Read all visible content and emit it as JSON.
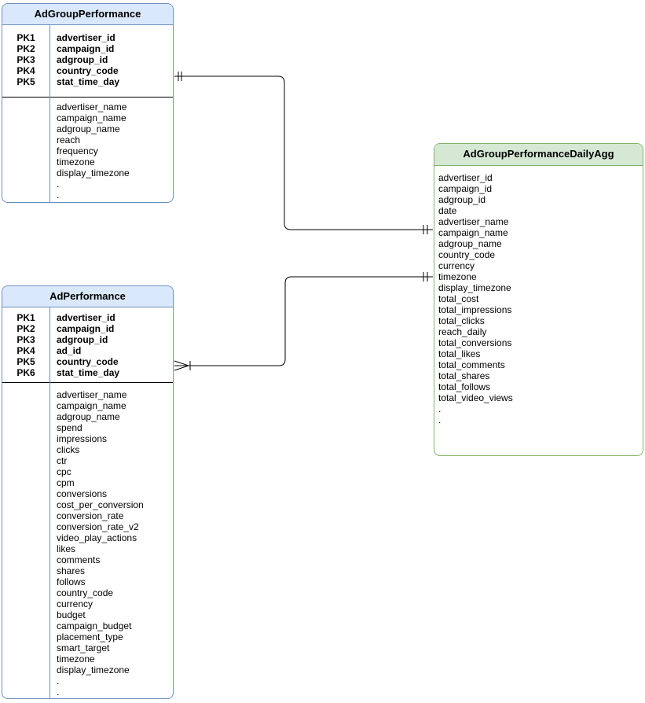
{
  "diagram": {
    "type": "entity-relationship",
    "tables": {
      "adgroup_performance": {
        "title": "AdGroupPerformance",
        "border_color": "#6c8ebf",
        "header_fill": "#dae8fc",
        "primary_keys": [
          {
            "key": "PK1",
            "name": "advertiser_id"
          },
          {
            "key": "PK2",
            "name": "campaign_id"
          },
          {
            "key": "PK3",
            "name": "adgroup_id"
          },
          {
            "key": "PK4",
            "name": "country_code"
          },
          {
            "key": "PK5",
            "name": "stat_time_day"
          }
        ],
        "fields": [
          "advertiser_name",
          "campaign_name",
          "adgroup_name",
          "reach",
          "frequency",
          "timezone",
          "display_timezone",
          ".",
          "."
        ]
      },
      "ad_performance": {
        "title": "AdPerformance",
        "border_color": "#6c8ebf",
        "header_fill": "#dae8fc",
        "primary_keys": [
          {
            "key": "PK1",
            "name": "advertiser_id"
          },
          {
            "key": "PK2",
            "name": "campaign_id"
          },
          {
            "key": "PK3",
            "name": "adgroup_id"
          },
          {
            "key": "PK4",
            "name": "ad_id"
          },
          {
            "key": "PK5",
            "name": "country_code"
          },
          {
            "key": "PK6",
            "name": "stat_time_day"
          }
        ],
        "fields": [
          "advertiser_name",
          "campaign_name",
          "adgroup_name",
          "spend",
          "impressions",
          "clicks",
          "ctr",
          "cpc",
          "cpm",
          "conversions",
          "cost_per_conversion",
          "conversion_rate",
          "conversion_rate_v2",
          "video_play_actions",
          "likes",
          "comments",
          "shares",
          "follows",
          "country_code",
          "currency",
          "budget",
          "campaign_budget",
          "placement_type",
          "smart_target",
          "timezone",
          "display_timezone",
          ".",
          "."
        ]
      },
      "adgroup_performance_daily_agg": {
        "title": "AdGroupPerformanceDailyAgg",
        "border_color": "#82b366",
        "header_fill": "#d5e8d4",
        "fields": [
          "advertiser_id",
          "campaign_id",
          "adgroup_id",
          "date",
          "advertiser_name",
          "campaign_name",
          "adgroup_name",
          "country_code",
          "currency",
          "timezone",
          "display_timezone",
          "total_cost",
          "total_impressions",
          "total_clicks",
          "reach_daily",
          "total_conversions",
          "total_likes",
          "total_comments",
          "total_shares",
          "total_follows",
          "total_video_views",
          ".",
          "."
        ]
      }
    },
    "relationships": [
      {
        "from": "AdGroupPerformance",
        "from_cardinality": "exactly-one",
        "to": "AdGroupPerformanceDailyAgg",
        "to_cardinality": "exactly-one",
        "line_color": "#000000"
      },
      {
        "from": "AdPerformance",
        "from_cardinality": "one-or-many",
        "to": "AdGroupPerformanceDailyAgg",
        "to_cardinality": "exactly-one",
        "line_color": "#000000"
      }
    ]
  }
}
